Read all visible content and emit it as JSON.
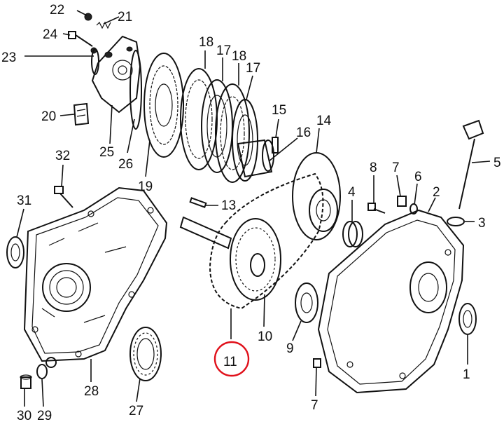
{
  "diagram": {
    "callouts": [
      {
        "id": "c1",
        "label": "1"
      },
      {
        "id": "c2",
        "label": "2"
      },
      {
        "id": "c3",
        "label": "3"
      },
      {
        "id": "c4",
        "label": "4"
      },
      {
        "id": "c5",
        "label": "5"
      },
      {
        "id": "c6",
        "label": "6"
      },
      {
        "id": "c7a",
        "label": "7"
      },
      {
        "id": "c7b",
        "label": "7"
      },
      {
        "id": "c8",
        "label": "8"
      },
      {
        "id": "c9",
        "label": "9"
      },
      {
        "id": "c10",
        "label": "10"
      },
      {
        "id": "c11",
        "label": "11"
      },
      {
        "id": "c13",
        "label": "13"
      },
      {
        "id": "c14",
        "label": "14"
      },
      {
        "id": "c15",
        "label": "15"
      },
      {
        "id": "c16",
        "label": "16"
      },
      {
        "id": "c17a",
        "label": "17"
      },
      {
        "id": "c17b",
        "label": "17"
      },
      {
        "id": "c18a",
        "label": "18"
      },
      {
        "id": "c18b",
        "label": "18"
      },
      {
        "id": "c19",
        "label": "19"
      },
      {
        "id": "c20",
        "label": "20"
      },
      {
        "id": "c21",
        "label": "21"
      },
      {
        "id": "c22",
        "label": "22"
      },
      {
        "id": "c23",
        "label": "23"
      },
      {
        "id": "c24",
        "label": "24"
      },
      {
        "id": "c25",
        "label": "25"
      },
      {
        "id": "c26",
        "label": "26"
      },
      {
        "id": "c27",
        "label": "27"
      },
      {
        "id": "c28",
        "label": "28"
      },
      {
        "id": "c29",
        "label": "29"
      },
      {
        "id": "c30",
        "label": "30"
      },
      {
        "id": "c31",
        "label": "31"
      },
      {
        "id": "c32",
        "label": "32"
      }
    ],
    "highlighted_callout": "11",
    "highlight_color": "#e0101a"
  }
}
